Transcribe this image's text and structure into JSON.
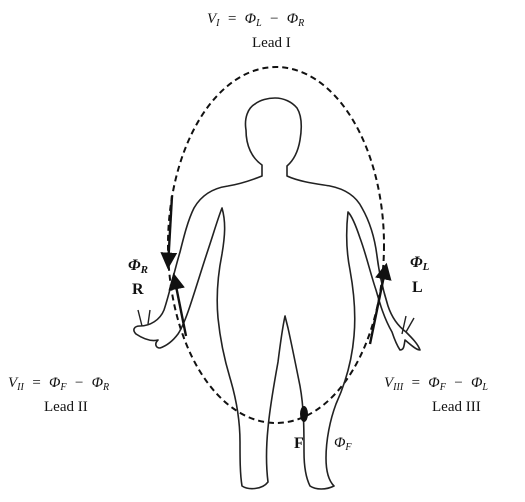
{
  "equations": {
    "lead1": {
      "v": "V",
      "v_sub": "I",
      "a": "Φ",
      "a_sub": "L",
      "op": "−",
      "b": "Φ",
      "b_sub": "R",
      "name": "Lead I"
    },
    "lead2": {
      "v": "V",
      "v_sub": "II",
      "a": "Φ",
      "a_sub": "F",
      "op": "−",
      "b": "Φ",
      "b_sub": "R",
      "name": "Lead II"
    },
    "lead3": {
      "v": "V",
      "v_sub": "III",
      "a": "Φ",
      "a_sub": "F",
      "op": "−",
      "b": "Φ",
      "b_sub": "L",
      "name": "Lead III"
    }
  },
  "electrodes": {
    "right": {
      "phi": "Φ",
      "sub": "R",
      "letter": "R"
    },
    "left": {
      "phi": "Φ",
      "sub": "L",
      "letter": "L"
    },
    "foot": {
      "letter": "F",
      "phi": "Φ",
      "sub": "F"
    }
  },
  "equals": "="
}
